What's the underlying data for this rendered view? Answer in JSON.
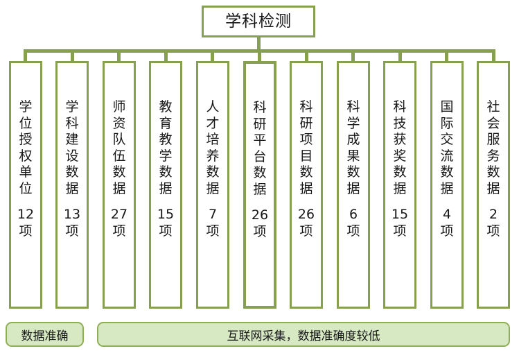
{
  "diagram": {
    "type": "org-tree",
    "colors": {
      "line": "#86a04f",
      "box_border": "#86a04f",
      "box_fill": "#ffffff",
      "note_fill": "#d7e9c3",
      "note_border": "#8fae58",
      "text": "#171717"
    },
    "root": {
      "label": "学科检测"
    },
    "unit_label": "项",
    "columns": [
      {
        "title": "学位授权单位",
        "chars": [
          "学",
          "位",
          "授",
          "权",
          "单",
          "位"
        ],
        "count": "12",
        "unit": "项",
        "emphasis": false
      },
      {
        "title": "学科建设数据",
        "chars": [
          "学",
          "科",
          "建",
          "设",
          "数",
          "据"
        ],
        "count": "13",
        "unit": "项",
        "emphasis": false
      },
      {
        "title": "师资队伍数据",
        "chars": [
          "师",
          "资",
          "队",
          "伍",
          "数",
          "据"
        ],
        "count": "27",
        "unit": "项",
        "emphasis": false
      },
      {
        "title": "教育教学数据",
        "chars": [
          "教",
          "育",
          "教",
          "学",
          "数",
          "据"
        ],
        "count": "15",
        "unit": "项",
        "emphasis": false
      },
      {
        "title": "人才培养数据",
        "chars": [
          "人",
          "才",
          "培",
          "养",
          "数",
          "据"
        ],
        "count": "7",
        "unit": "项",
        "emphasis": false
      },
      {
        "title": "科研平台数据",
        "chars": [
          "科",
          "研",
          "平",
          "台",
          "数",
          "据"
        ],
        "count": "26",
        "unit": "项",
        "emphasis": true
      },
      {
        "title": "科研项目数据",
        "chars": [
          "科",
          "研",
          "项",
          "目",
          "数",
          "据"
        ],
        "count": "26",
        "unit": "项",
        "emphasis": false
      },
      {
        "title": "科学成果数据",
        "chars": [
          "科",
          "学",
          "成",
          "果",
          "数",
          "据"
        ],
        "count": "6",
        "unit": "项",
        "emphasis": false
      },
      {
        "title": "科技获奖数据",
        "chars": [
          "科",
          "技",
          "获",
          "奖",
          "数",
          "据"
        ],
        "count": "15",
        "unit": "项",
        "emphasis": false
      },
      {
        "title": "国际交流数据",
        "chars": [
          "国",
          "际",
          "交",
          "流",
          "数",
          "据"
        ],
        "count": "4",
        "unit": "项",
        "emphasis": false
      },
      {
        "title": "社会服务数据",
        "chars": [
          "社",
          "会",
          "服",
          "务",
          "数",
          "据"
        ],
        "count": "2",
        "unit": "项",
        "emphasis": false
      }
    ],
    "notes": {
      "left": "数据准确",
      "right": "互联网采集，数据准确度较低"
    }
  }
}
